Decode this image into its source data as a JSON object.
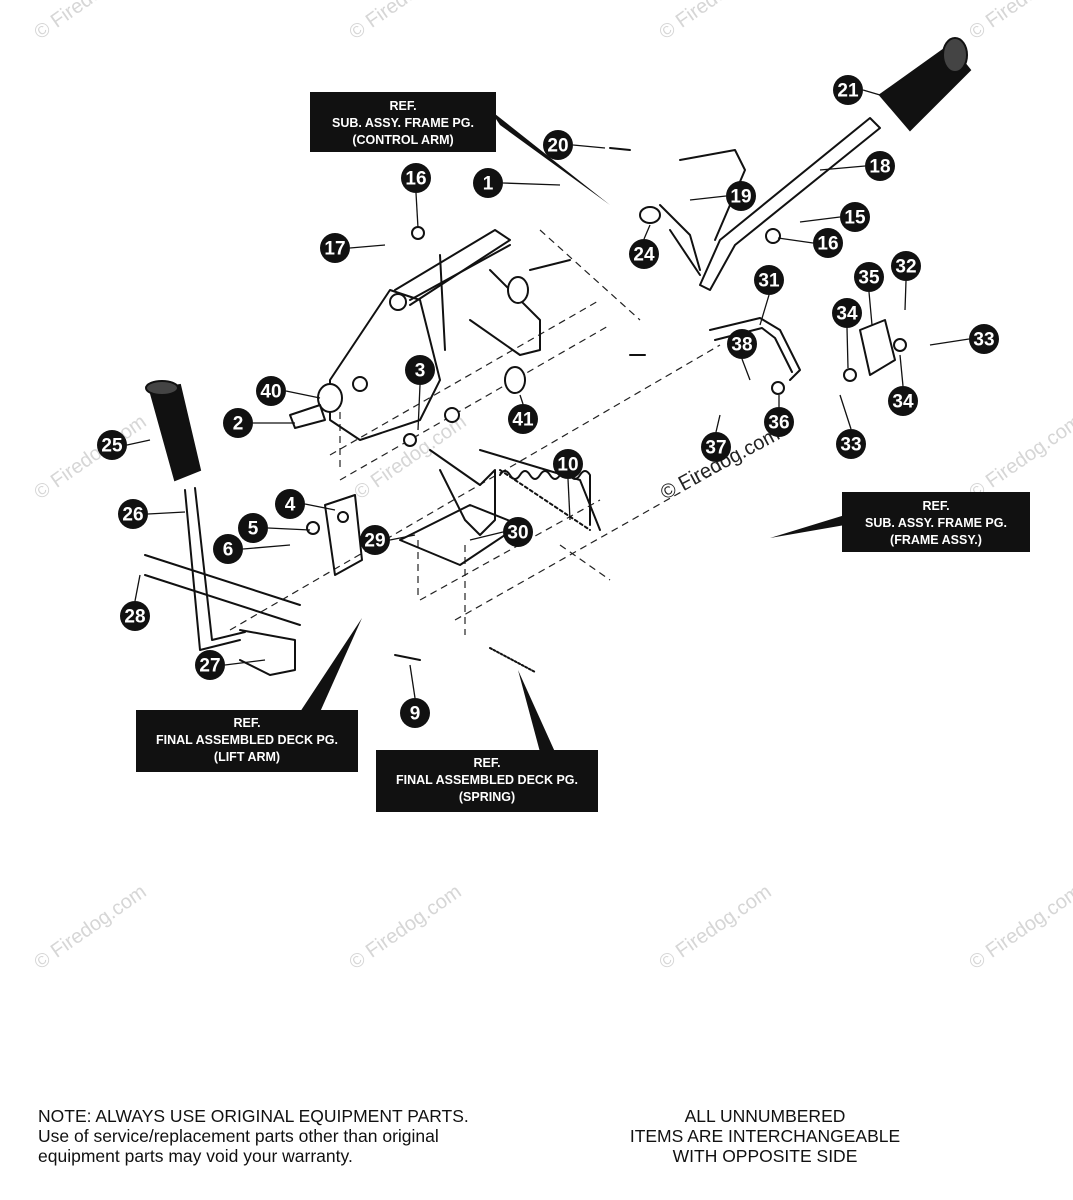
{
  "watermark": "© Firedog.com",
  "copyright": "© Firedog.com",
  "ref_boxes": [
    {
      "id": "control-arm",
      "lines": [
        "REF.",
        "SUB. ASSY. FRAME PG.",
        "(CONTROL ARM)"
      ]
    },
    {
      "id": "frame-assy",
      "lines": [
        "REF.",
        "SUB. ASSY. FRAME PG.",
        "(FRAME ASSY.)"
      ]
    },
    {
      "id": "lift-arm",
      "lines": [
        "REF.",
        "FINAL ASSEMBLED DECK PG.",
        "(LIFT ARM)"
      ]
    },
    {
      "id": "spring",
      "lines": [
        "REF.",
        "FINAL ASSEMBLED DECK PG.",
        "(SPRING)"
      ]
    }
  ],
  "callouts": [
    "1",
    "2",
    "3",
    "4",
    "5",
    "6",
    "9",
    "10",
    "15",
    "16",
    "16",
    "17",
    "18",
    "19",
    "20",
    "21",
    "24",
    "25",
    "26",
    "27",
    "28",
    "29",
    "30",
    "31",
    "32",
    "33",
    "33",
    "34",
    "34",
    "35",
    "36",
    "37",
    "38",
    "40",
    "41"
  ],
  "notes": {
    "left": [
      "NOTE: ALWAYS USE ORIGINAL EQUIPMENT PARTS.",
      "Use of service/replacement parts other than original",
      "equipment parts may void your warranty."
    ],
    "right": [
      "ALL UNNUMBERED",
      "ITEMS ARE INTERCHANGEABLE",
      "WITH OPPOSITE SIDE"
    ]
  },
  "colors": {
    "callout": "#111111",
    "callout_text": "#ffffff",
    "ref_box": "#111111",
    "watermark": "#d6d6d6"
  }
}
